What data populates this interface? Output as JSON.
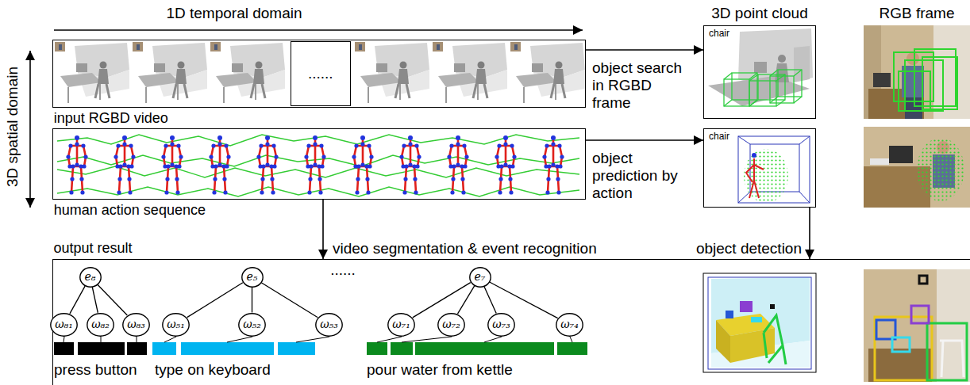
{
  "diagram": {
    "nodes": [
      {
        "text": [
          "input RGBD video"
        ]
      },
      {
        "text": [
          "......"
        ],
        "in": 0
      },
      {
        "text": [
          "chair"
        ]
      },
      {
        "text": [
          "human action sequence"
        ]
      },
      {
        "text": [
          "chair"
        ]
      },
      {
        "text": [
          "output result"
        ]
      },
      {
        "text": [
          "e₈"
        ],
        "in": 5
      },
      {
        "text": [
          "ω₈₁"
        ],
        "in": 5
      },
      {
        "text": [
          "ω₈₂"
        ],
        "in": 5
      },
      {
        "text": [
          "ω₈₃"
        ],
        "in": 5
      },
      {
        "text": [
          "e₅"
        ],
        "in": 5
      },
      {
        "text": [
          "ω₅₁"
        ],
        "in": 5
      },
      {
        "text": [
          "ω₅₂"
        ],
        "in": 5
      },
      {
        "text": [
          "ω₅₃"
        ],
        "in": 5
      },
      {
        "text": [
          "e₇"
        ],
        "in": 5
      },
      {
        "text": [
          "ω₇₁"
        ],
        "in": 5
      },
      {
        "text": [
          "ω₇₂"
        ],
        "in": 5
      },
      {
        "text": [
          "ω₇₃"
        ],
        "in": 5
      },
      {
        "text": [
          "ω₇₄"
        ],
        "in": 5
      }
    ],
    "edges": [
      {
        "from": 0,
        "to": 2,
        "arrow": "to",
        "label": "object search in RGBD frame"
      },
      {
        "from": 3,
        "to": 4,
        "arrow": "to",
        "label": "object prediction by action"
      },
      {
        "from": 3,
        "to": 5,
        "arrow": "to",
        "label": "video segmentation & event recognition"
      },
      {
        "from": 4,
        "to": 5,
        "arrow": "to",
        "label": "object detection"
      },
      {
        "from": 6,
        "to": 7,
        "arrow": "none"
      },
      {
        "from": 6,
        "to": 8,
        "arrow": "none"
      },
      {
        "from": 6,
        "to": 9,
        "arrow": "none"
      },
      {
        "from": 10,
        "to": 11,
        "arrow": "none"
      },
      {
        "from": 10,
        "to": 12,
        "arrow": "none"
      },
      {
        "from": 10,
        "to": 13,
        "arrow": "none"
      },
      {
        "from": 14,
        "to": 15,
        "arrow": "none"
      },
      {
        "from": 14,
        "to": 16,
        "arrow": "none"
      },
      {
        "from": 14,
        "to": 17,
        "arrow": "none"
      },
      {
        "from": 14,
        "to": 18,
        "arrow": "none"
      }
    ],
    "labels": [
      "1D temporal domain",
      "3D spatial domain",
      "3D point cloud",
      "RGB frame",
      "......",
      "press button",
      "type on keyboard",
      "pour water from kettle"
    ]
  }
}
